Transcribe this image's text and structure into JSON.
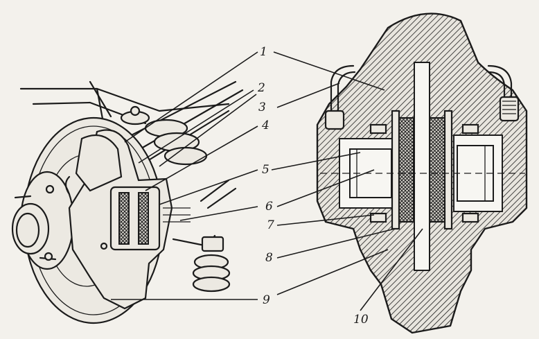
{
  "callouts": [
    "1",
    "2",
    "3",
    "4",
    "5",
    "6",
    "7",
    "8",
    "9",
    "10"
  ],
  "colors": {
    "ink": "#1b1b1b",
    "paper": "#f3f1ec"
  }
}
